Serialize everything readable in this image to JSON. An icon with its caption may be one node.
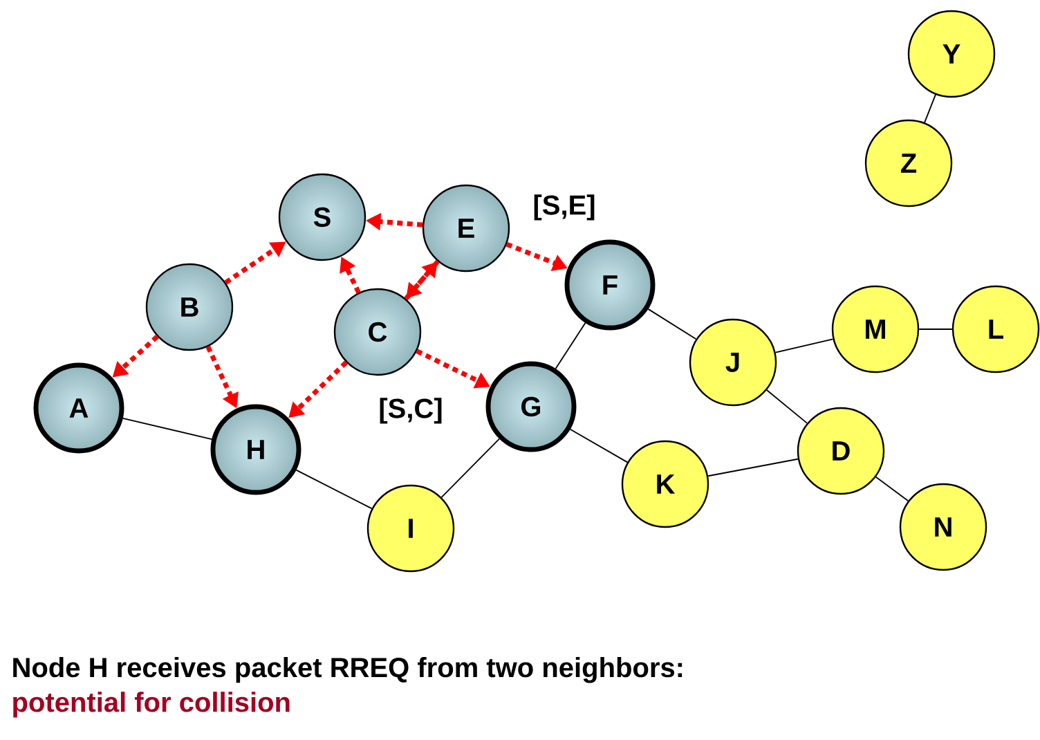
{
  "diagram": {
    "caption": "Node H receives packet RREQ from two neighbors:",
    "nodes": [
      {
        "text": [
          "S"
        ]
      },
      {
        "text": [
          "E"
        ]
      },
      {
        "text": [
          "F"
        ]
      },
      {
        "text": [
          "B"
        ]
      },
      {
        "text": [
          "C"
        ]
      },
      {
        "text": [
          "A"
        ]
      },
      {
        "text": [
          "H"
        ]
      },
      {
        "text": [
          "G"
        ]
      },
      {
        "text": [
          "I"
        ]
      },
      {
        "text": [
          "J"
        ]
      },
      {
        "text": [
          "M"
        ]
      },
      {
        "text": [
          "L"
        ]
      },
      {
        "text": [
          "D"
        ]
      },
      {
        "text": [
          "K"
        ]
      },
      {
        "text": [
          "N"
        ]
      },
      {
        "text": [
          "Y"
        ]
      },
      {
        "text": [
          "Z"
        ]
      }
    ],
    "edges": [
      {
        "from": 1,
        "to": 0,
        "arrow": "to",
        "style": "dashed",
        "color": "#ff0000"
      },
      {
        "from": 3,
        "to": 0,
        "arrow": "to",
        "style": "dashed",
        "color": "#ff0000"
      },
      {
        "from": 4,
        "to": 0,
        "arrow": "to",
        "style": "dashed",
        "color": "#ff0000"
      },
      {
        "from": 1,
        "to": 4,
        "arrow": "to",
        "style": "dashed",
        "color": "#ff0000"
      },
      {
        "from": 4,
        "to": 1,
        "arrow": "to",
        "style": "dashed",
        "color": "#ff0000"
      },
      {
        "from": 1,
        "to": 2,
        "arrow": "to",
        "style": "dashed",
        "color": "#ff0000"
      },
      {
        "from": 3,
        "to": 5,
        "arrow": "to",
        "style": "dashed",
        "color": "#ff0000"
      },
      {
        "from": 3,
        "to": 6,
        "arrow": "to",
        "style": "dashed",
        "color": "#ff0000"
      },
      {
        "from": 4,
        "to": 6,
        "arrow": "to",
        "style": "dashed",
        "color": "#ff0000"
      },
      {
        "from": 4,
        "to": 7,
        "arrow": "to",
        "style": "dashed",
        "color": "#ff0000"
      },
      {
        "from": 5,
        "to": 6,
        "arrow": "none"
      },
      {
        "from": 6,
        "to": 8,
        "arrow": "none"
      },
      {
        "from": 8,
        "to": 7,
        "arrow": "none"
      },
      {
        "from": 7,
        "to": 2,
        "arrow": "none"
      },
      {
        "from": 7,
        "to": 13,
        "arrow": "none"
      },
      {
        "from": 2,
        "to": 9,
        "arrow": "none"
      },
      {
        "from": 9,
        "to": 10,
        "arrow": "none"
      },
      {
        "from": 10,
        "to": 11,
        "arrow": "none"
      },
      {
        "from": 9,
        "to": 12,
        "arrow": "none"
      },
      {
        "from": 13,
        "to": 12,
        "arrow": "none"
      },
      {
        "from": 12,
        "to": 14,
        "arrow": "none"
      },
      {
        "from": 15,
        "to": 16,
        "arrow": "none"
      }
    ],
    "labels": [
      "[S,E]",
      "[S,C]",
      "potential for collision"
    ]
  }
}
